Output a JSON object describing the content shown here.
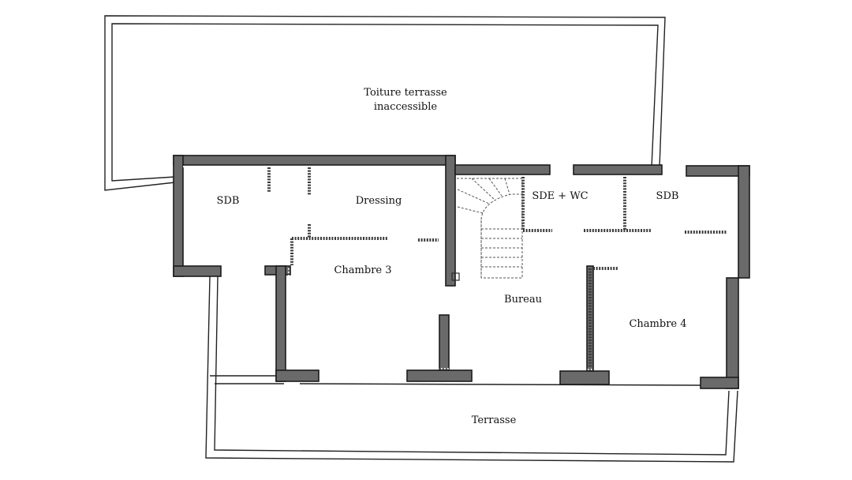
{
  "plan": {
    "rooms": [
      {
        "id": "toiture",
        "lines": [
          "Toiture terrasse",
          "inaccessible"
        ]
      },
      {
        "id": "sdb-left",
        "lines": [
          "SDB"
        ]
      },
      {
        "id": "dressing",
        "lines": [
          "Dressing"
        ]
      },
      {
        "id": "chambre-3",
        "lines": [
          "Chambre 3"
        ]
      },
      {
        "id": "sde-wc",
        "lines": [
          "SDE + WC"
        ]
      },
      {
        "id": "sdb-right",
        "lines": [
          "SDB"
        ]
      },
      {
        "id": "bureau",
        "lines": [
          "Bureau"
        ]
      },
      {
        "id": "chambre-4",
        "lines": [
          "Chambre 4"
        ]
      },
      {
        "id": "terrasse",
        "lines": [
          "Terrasse"
        ]
      }
    ]
  }
}
